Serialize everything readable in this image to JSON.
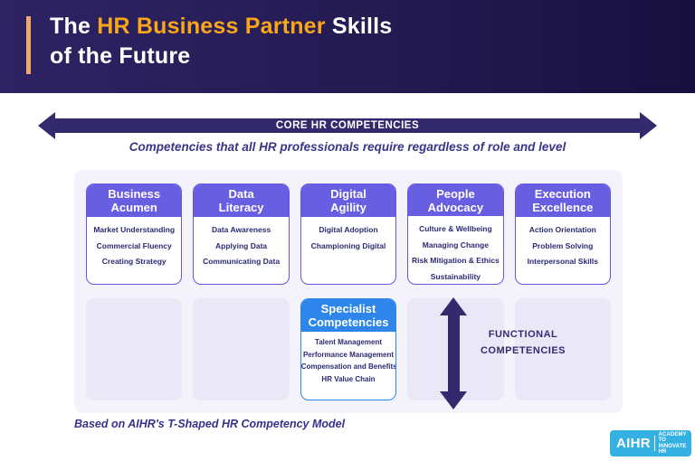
{
  "colors": {
    "header_bg_left": "#2d2364",
    "header_bg_right": "#170f3e",
    "title_highlight_orange": "#f9a61a",
    "accent_bar_orange": "#edaa6a",
    "arrow_purple": "#322a6d",
    "card_header_purple": "#685ee2",
    "specialist_header_blue": "#2e86ea",
    "item_text_navy": "#2b2a72",
    "board_bg": "#f4f3fb",
    "placeholder_bg": "#eae8f7",
    "logo_blue": "#35b0e2"
  },
  "header": {
    "title_pre": "The",
    "title_highlight": "HR Business Partner",
    "title_post": "Skills",
    "title_line2": "of the Future"
  },
  "core_arrow": {
    "label": "CORE HR COMPETENCIES"
  },
  "subtitle": "Competencies that all HR professionals require regardless of role and level",
  "columns": [
    {
      "title": "Business Acumen",
      "items": [
        "Market Understanding",
        "Commercial Fluency",
        "Creating Strategy"
      ]
    },
    {
      "title": "Data Literacy",
      "items": [
        "Data Awareness",
        "Applying Data",
        "Communicating Data"
      ]
    },
    {
      "title": "Digital Agility",
      "items": [
        "Digital Adoption",
        "Championing Digital"
      ]
    },
    {
      "title": "People Advocacy",
      "items": [
        "Culture & Wellbeing",
        "Managing Change",
        "Risk Mitigation & Ethics",
        "Sustainability"
      ]
    },
    {
      "title": "Execution Excellence",
      "items": [
        "Action Orientation",
        "Problem Solving",
        "Interpersonal Skills"
      ]
    }
  ],
  "specialist": {
    "title": "Specialist Competencies",
    "items": [
      "Talent Management",
      "Performance Management",
      "Compensation and Benefits",
      "HR Value Chain"
    ]
  },
  "functional": {
    "line1": "FUNCTIONAL",
    "line2": "COMPETENCIES"
  },
  "footer": {
    "note": "Based on AIHR's T-Shaped HR Competency Model"
  },
  "logo": {
    "name": "AIHR",
    "tagline_line1": "ACADEMY TO",
    "tagline_line2": "INNOVATE HR"
  }
}
